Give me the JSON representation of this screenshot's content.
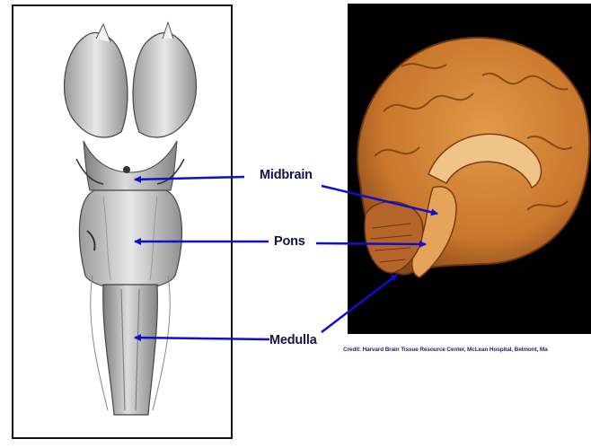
{
  "labels": {
    "midbrain": "Midbrain",
    "pons": "Pons",
    "medulla": "Medulla"
  },
  "credit": "Credit: Harvard Brain Tissue Resource Center, McLean Hospital, Belmont, Ma",
  "colors": {
    "arrow": "#1010c8",
    "label_text": "#14144a",
    "credit_text": "#1a2a6e",
    "photo_background": "#000000",
    "brain_tissue": "#c8762c"
  }
}
